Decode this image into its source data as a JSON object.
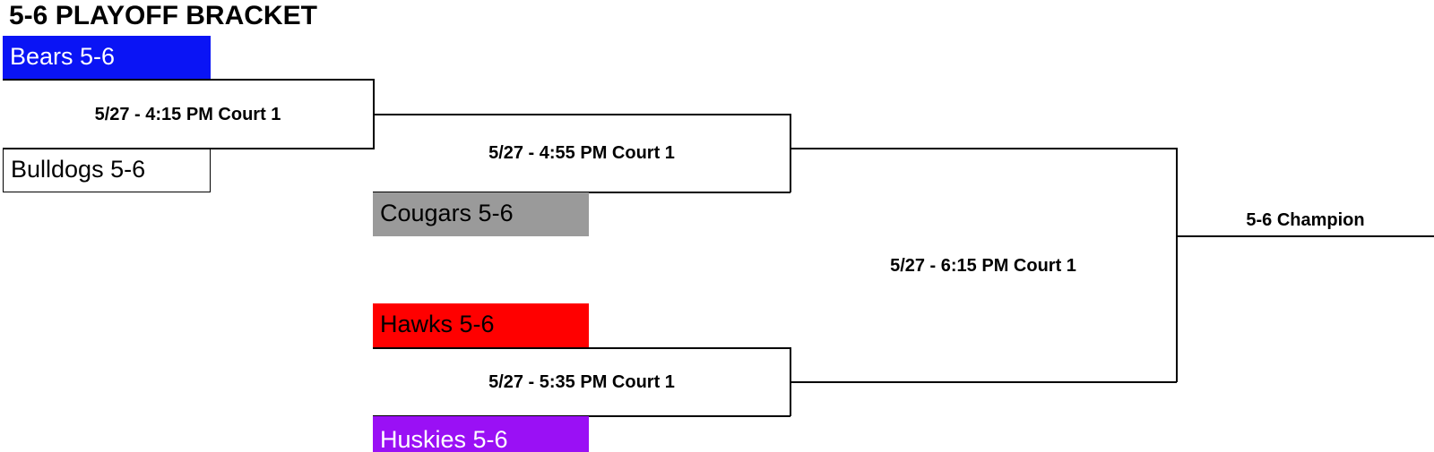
{
  "title": "5-6 PLAYOFF BRACKET",
  "teams": {
    "bears": {
      "label": "Bears 5-6",
      "bg": "#0a14f5",
      "fg": "#ffffff"
    },
    "bulldogs": {
      "label": "Bulldogs 5-6",
      "bg": "#ffffff",
      "fg": "#000000"
    },
    "cougars": {
      "label": "Cougars 5-6",
      "bg": "#9a9a9a",
      "fg": "#000000"
    },
    "hawks": {
      "label": "Hawks 5-6",
      "bg": "#ff0000",
      "fg": "#000000"
    },
    "huskies": {
      "label": "Huskies 5-6",
      "bg": "#9a10f5",
      "fg": "#ffffff"
    }
  },
  "games": {
    "game1": "5/27 - 4:15 PM Court 1",
    "game2": "5/27 - 4:55 PM Court 1",
    "game3": "5/27 - 5:35 PM Court 1",
    "final": "5/27 - 6:15 PM Court 1"
  },
  "champion": "5-6 Champion"
}
